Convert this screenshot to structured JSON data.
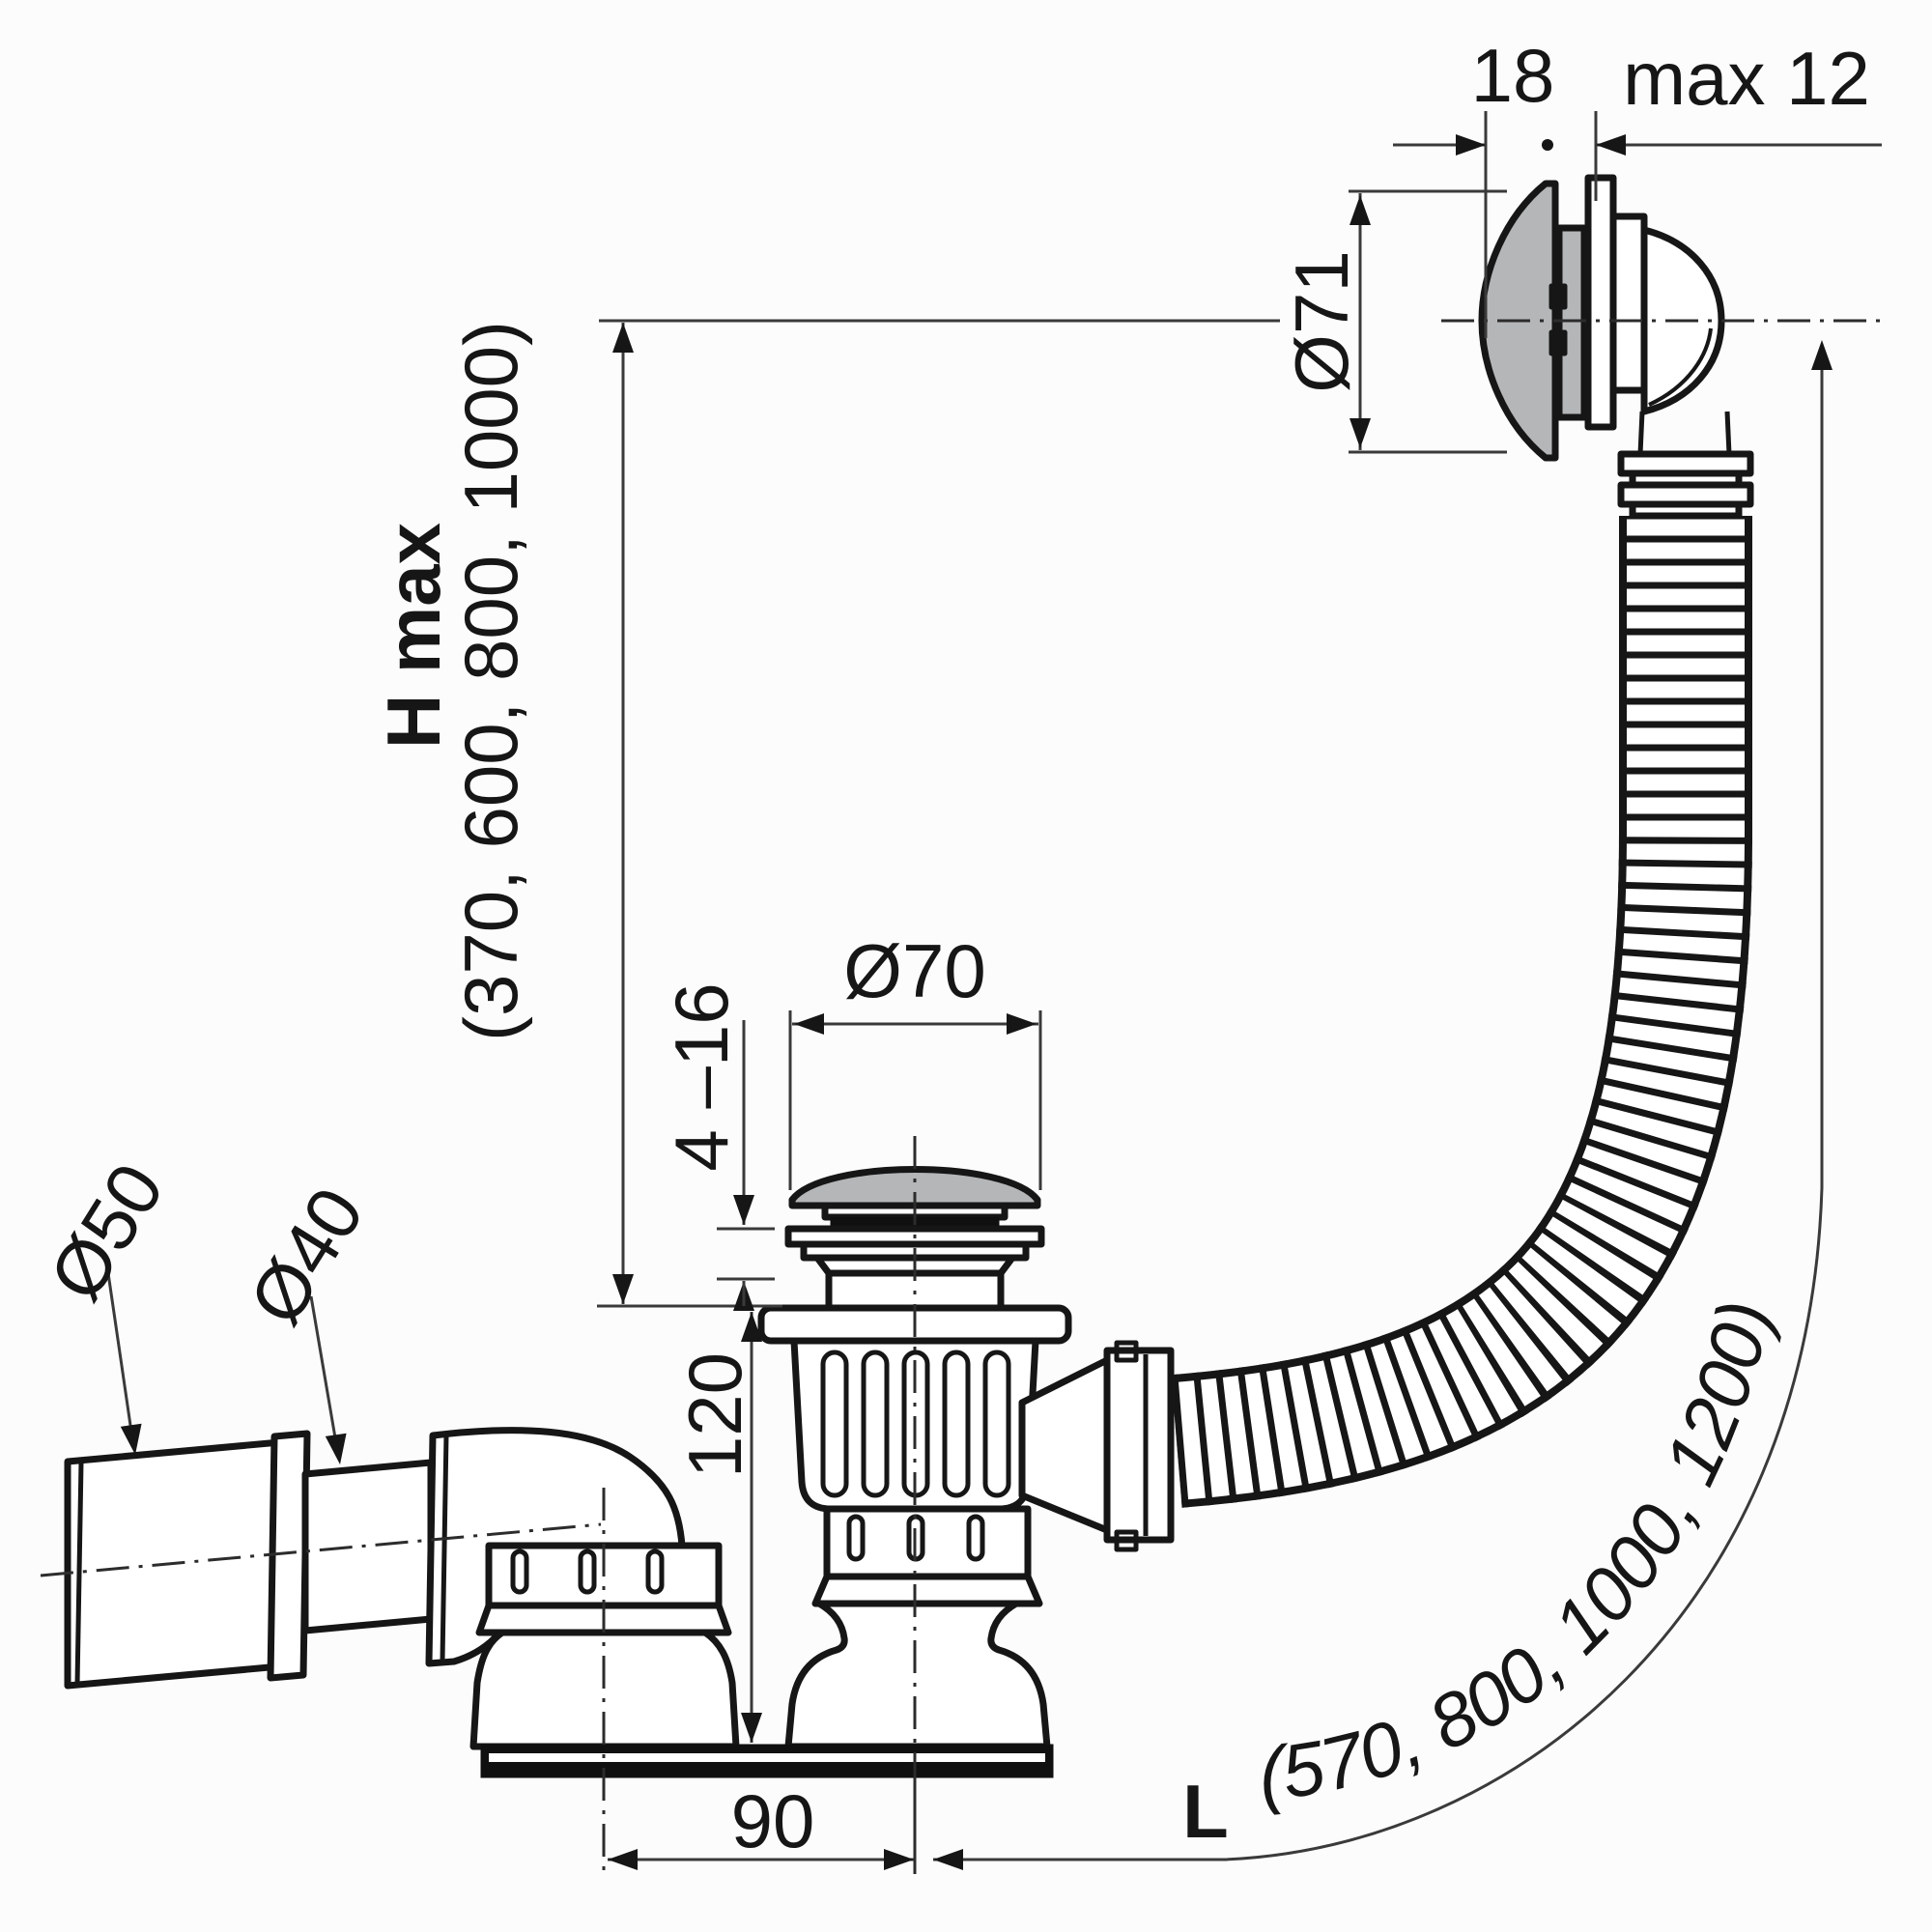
{
  "diagram": {
    "type": "technical-dimension-drawing",
    "subject": "bath waste and overflow set with flexible corrugated hose",
    "colors": {
      "line": "#161616",
      "dim_line": "#3a3a3a",
      "part_gray": "#b4b6b8",
      "seal_black": "#101010",
      "background": "#fcfcfc"
    },
    "labels": {
      "top_width": "18",
      "wall_max": "max 12",
      "overflow_diameter": "Ø71",
      "height_label": "H max",
      "height_values": "(370, 600, 800, 1000)",
      "drain_diameter": "Ø70",
      "tub_thickness_range": "4 –16",
      "outlet_d50": "Ø50",
      "outlet_d40": "Ø40",
      "body_height": "120",
      "center_offset": "90",
      "hose_length_label": "L",
      "hose_length_values": "(570, 800, 1000, 1200)"
    }
  }
}
